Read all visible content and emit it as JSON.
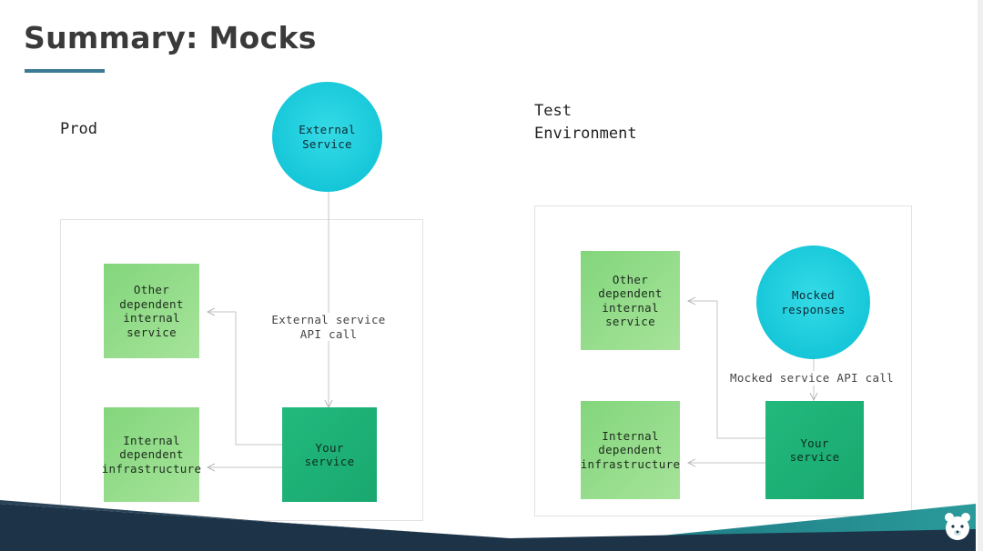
{
  "slide": {
    "title": "Summary: Mocks",
    "accent_color": "#3c7a93",
    "logo_icon": "bear-logo-icon"
  },
  "prod": {
    "label": "Prod",
    "external_service": "External\nService",
    "other_service": "Other\ndependent\ninternal\nservice",
    "internal_infra": "Internal\ndependent\ninfrastructure",
    "your_service": "Your\nservice",
    "api_call_label": "External service\nAPI call"
  },
  "test": {
    "label": "Test\nEnvironment",
    "mocked_responses": "Mocked\nresponses",
    "other_service": "Other\ndependent\ninternal\nservice",
    "internal_infra": "Internal\ndependent\ninfrastructure",
    "your_service": "Your\nservice",
    "api_call_label": "Mocked service API call"
  },
  "colors": {
    "external_circle": "#16c7d9",
    "light_box": "#8fda86",
    "dark_box": "#1fb478",
    "connector": "#bdbdbd"
  }
}
